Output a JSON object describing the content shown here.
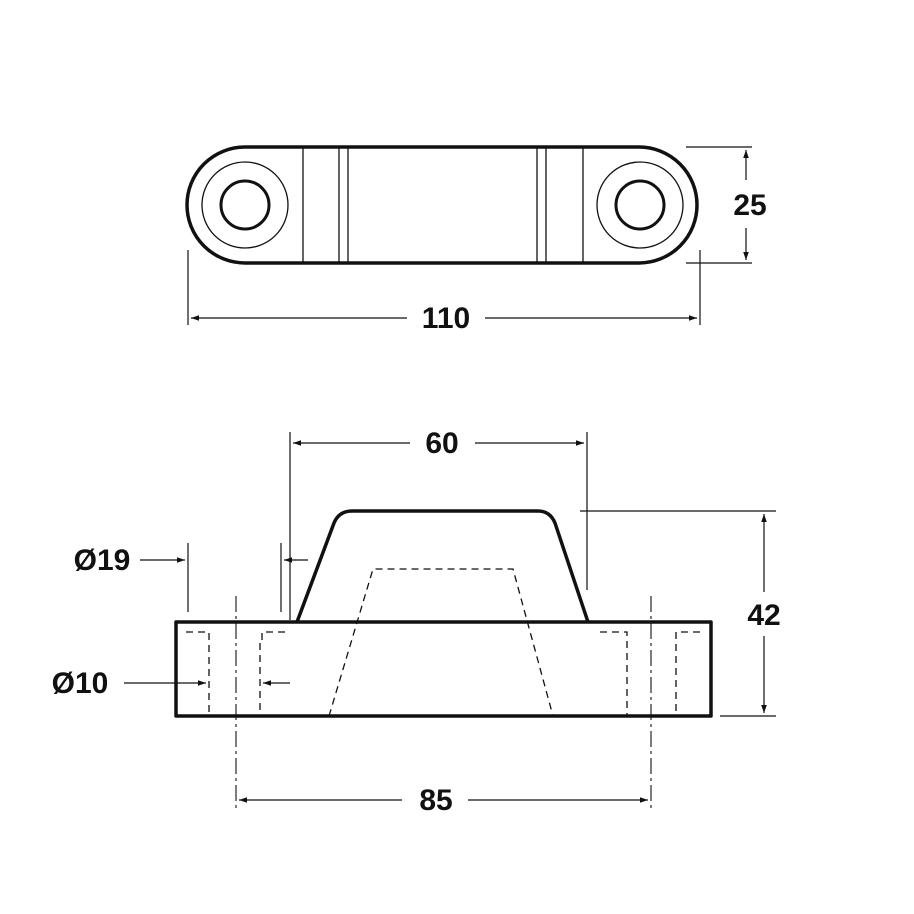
{
  "dimensions": {
    "overall_length": "110",
    "width": "25",
    "top_length": "60",
    "height": "42",
    "hole_spacing": "85",
    "counterbore_diameter": "Ø19",
    "hole_diameter": "Ø10"
  }
}
